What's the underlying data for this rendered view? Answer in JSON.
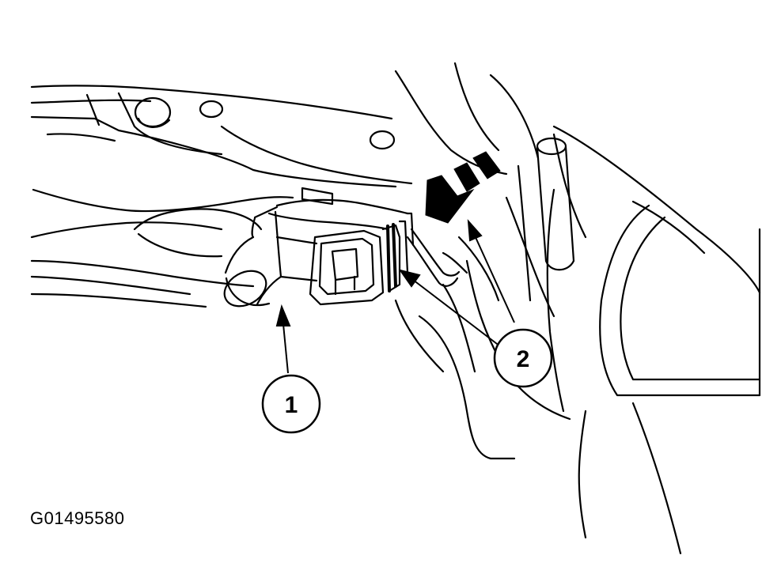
{
  "callouts": [
    {
      "id": "1",
      "label": "1"
    },
    {
      "id": "2",
      "label": "2"
    }
  ],
  "figure_code": "G01495580",
  "colors": {
    "line": "#000000",
    "background": "#ffffff"
  }
}
